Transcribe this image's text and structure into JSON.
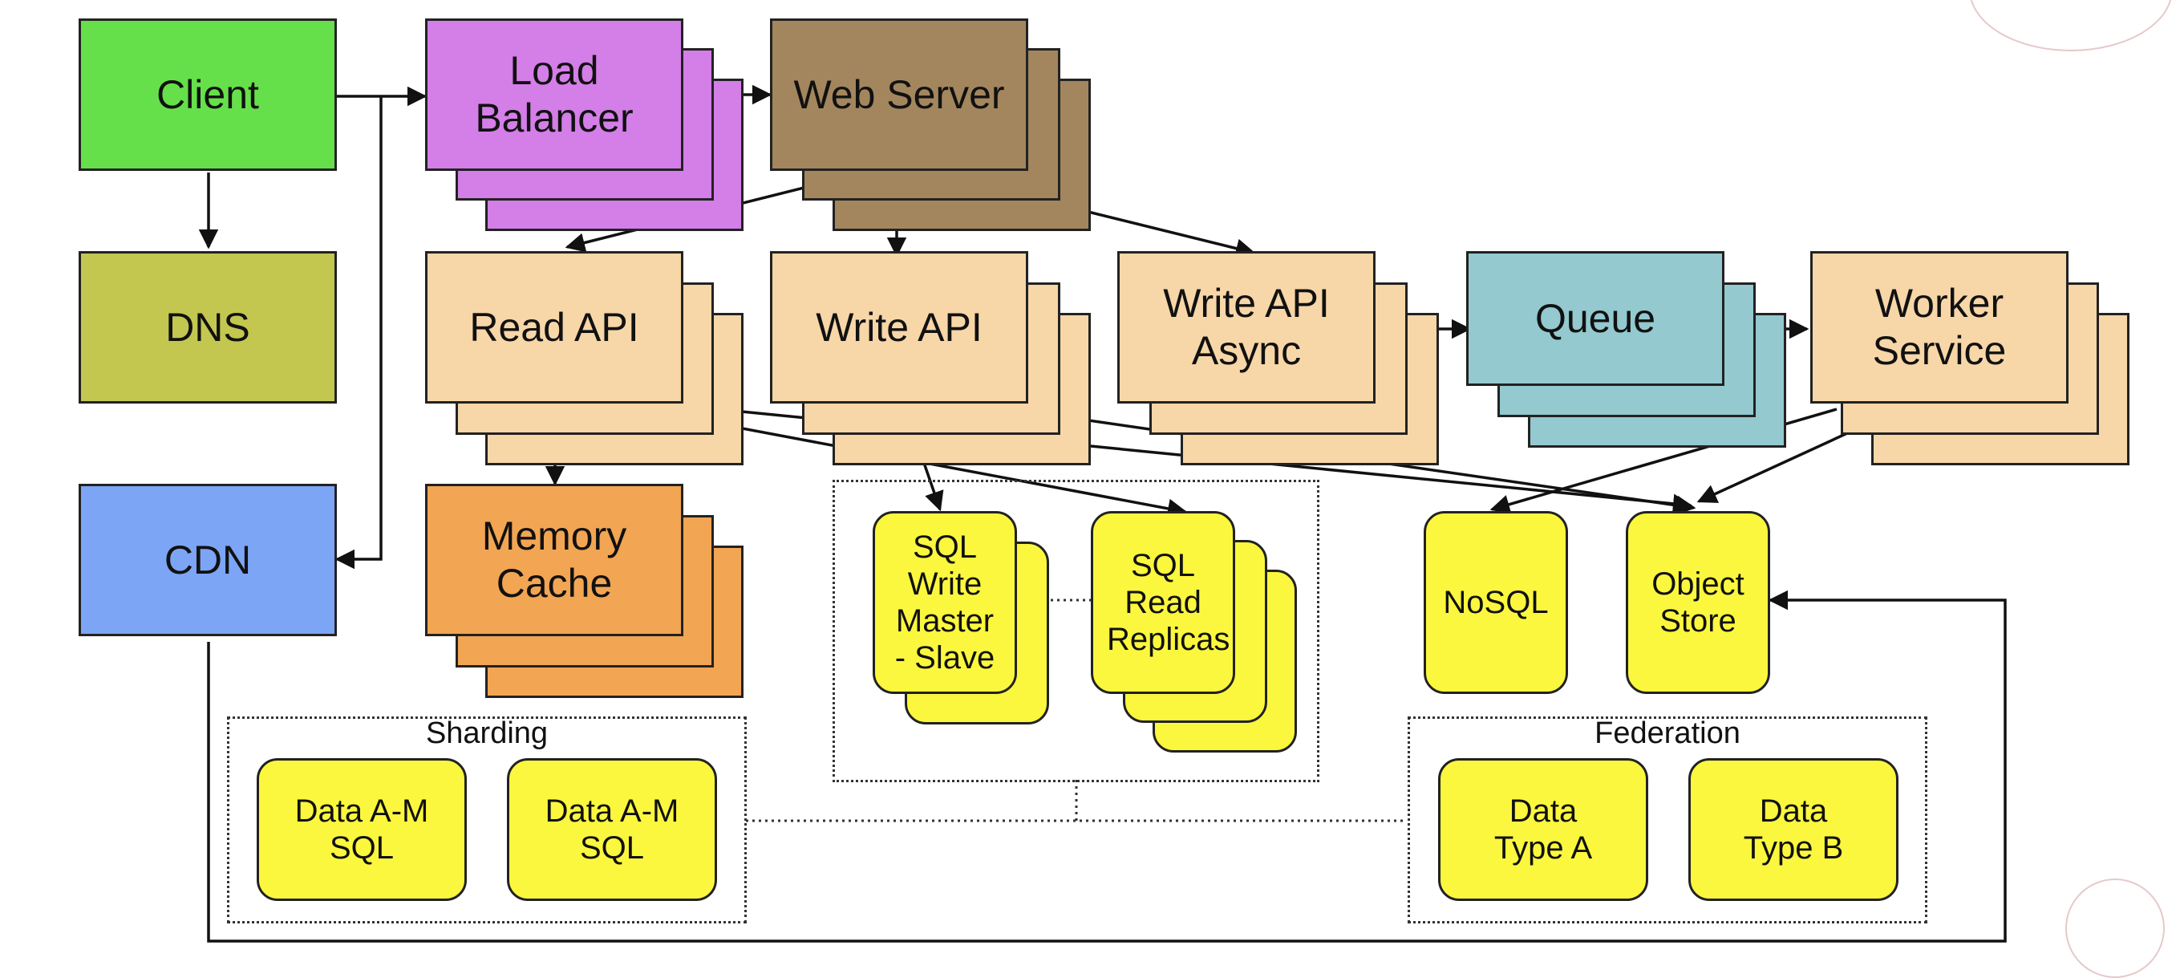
{
  "nodes": {
    "client": "Client",
    "dns": "DNS",
    "cdn": "CDN",
    "load_balancer": "Load Balancer",
    "web_server": "Web Server",
    "read_api": "Read API",
    "write_api": "Write API",
    "write_api_async": "Write API Async",
    "queue": "Queue",
    "worker_service": "Worker Service",
    "memory_cache": "Memory Cache",
    "sql_write_master_slave": "SQL Write Master - Slave",
    "sql_read_replicas": "SQL Read Replicas",
    "nosql": "NoSQL",
    "object_store": "Object Store",
    "sharding_data_1": "Data A-M SQL",
    "sharding_data_2": "Data A-M SQL",
    "federation_data_a": "Data Type A",
    "federation_data_b": "Data Type B"
  },
  "groups": {
    "sharding": "Sharding",
    "federation": "Federation"
  },
  "colors": {
    "client": "#66e04a",
    "dns": "#c3c750",
    "cdn": "#7ca5f5",
    "load_balancer": "#d47ee8",
    "web_server": "#a3865e",
    "api": "#f7d6a8",
    "queue": "#93c9cf",
    "memory_cache": "#f2a552",
    "datastore": "#fbf73e"
  },
  "edges": [
    [
      "client",
      "load_balancer"
    ],
    [
      "client",
      "dns"
    ],
    [
      "client",
      "cdn"
    ],
    [
      "load_balancer",
      "web_server"
    ],
    [
      "web_server",
      "read_api"
    ],
    [
      "web_server",
      "write_api"
    ],
    [
      "web_server",
      "write_api_async"
    ],
    [
      "write_api_async",
      "queue"
    ],
    [
      "queue",
      "worker_service"
    ],
    [
      "read_api",
      "memory_cache"
    ],
    [
      "read_api",
      "sql_read_replicas"
    ],
    [
      "read_api",
      "object_store"
    ],
    [
      "write_api",
      "sql_write_master_slave"
    ],
    [
      "write_api",
      "object_store"
    ],
    [
      "worker_service",
      "nosql"
    ],
    [
      "worker_service",
      "object_store"
    ],
    [
      "cdn",
      "object_store"
    ]
  ]
}
